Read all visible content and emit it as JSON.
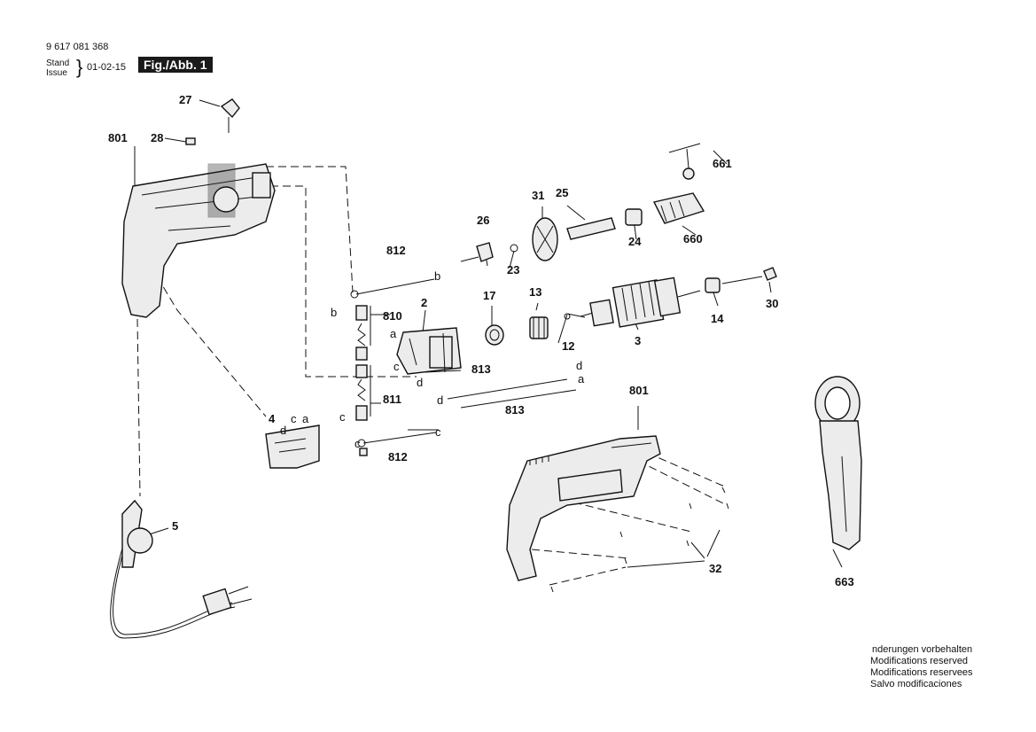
{
  "header": {
    "doc_number": "9 617 081 368",
    "stand_label": "Stand",
    "issue_label": "Issue",
    "date": "01-02-15",
    "figure_badge": "Fig./Abb. 1"
  },
  "part_numbers": {
    "p27": "27",
    "p28": "28",
    "p801a": "801",
    "p801b": "801",
    "p661": "661",
    "p31": "31",
    "p25": "25",
    "p26": "26",
    "p24": "24",
    "p660": "660",
    "p812a": "812",
    "p812b": "812",
    "p23": "23",
    "p810": "810",
    "p2": "2",
    "p17": "17",
    "p13": "13",
    "p12": "12",
    "p3": "3",
    "p14": "14",
    "p30": "30",
    "p813a": "813",
    "p813b": "813",
    "p811": "811",
    "p4": "4",
    "p5": "5",
    "p32": "32",
    "p663": "663"
  },
  "connector_letters": {
    "b1": "b",
    "b2": "b",
    "a1": "a",
    "c1": "c",
    "d1": "d",
    "c2": "c",
    "c3": "c",
    "d2": "d",
    "a2": "a",
    "d3": "d",
    "a3": "a",
    "d4": "d",
    "c4": "c",
    "c5": "c"
  },
  "footer": {
    "line1": "nderungen vorbehalten",
    "line2": "Modifications reserved",
    "line3": "Modifications reservees",
    "line4": "Salvo modificaciones"
  }
}
